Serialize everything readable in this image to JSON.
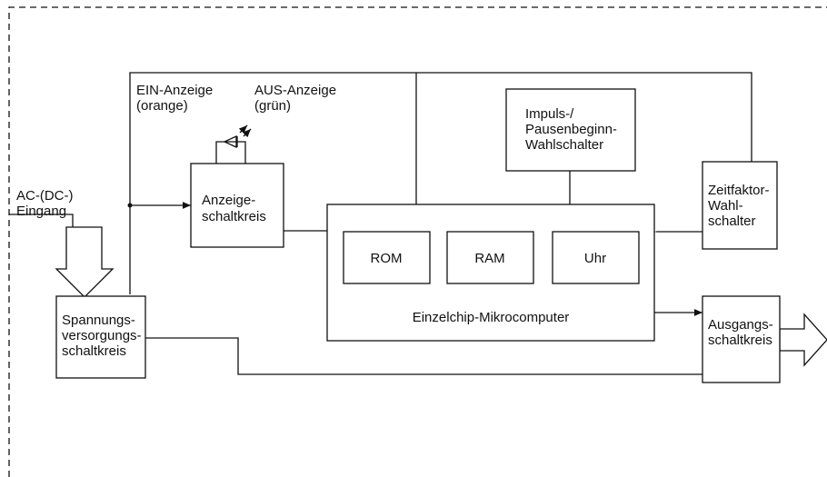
{
  "labels": {
    "ac_input": [
      "AC-(DC-)",
      "Eingang"
    ],
    "ein_anzeige": [
      "EIN-Anzeige",
      "(orange)"
    ],
    "aus_anzeige": [
      "AUS-Anzeige",
      "(grün)"
    ],
    "anzeige_schaltkreis": [
      "Anzeige-",
      "schaltkreis"
    ],
    "spannungsversorgung": [
      "Spannungs-",
      "versorgungs-",
      "schaltkreis"
    ],
    "impuls_wahlschalter": [
      "Impuls-/",
      "Pausenbeginn-",
      "Wahlschalter"
    ],
    "zeitfaktor_wahlschalter": [
      "Zeitfaktor-",
      "Wahl-",
      "schalter"
    ],
    "rom": "ROM",
    "ram": "RAM",
    "uhr": "Uhr",
    "mikrocomputer": "Einzelchip-Mikrocomputer",
    "ausgangs_schaltkreis": [
      "Ausgangs-",
      "schaltkreis"
    ]
  }
}
